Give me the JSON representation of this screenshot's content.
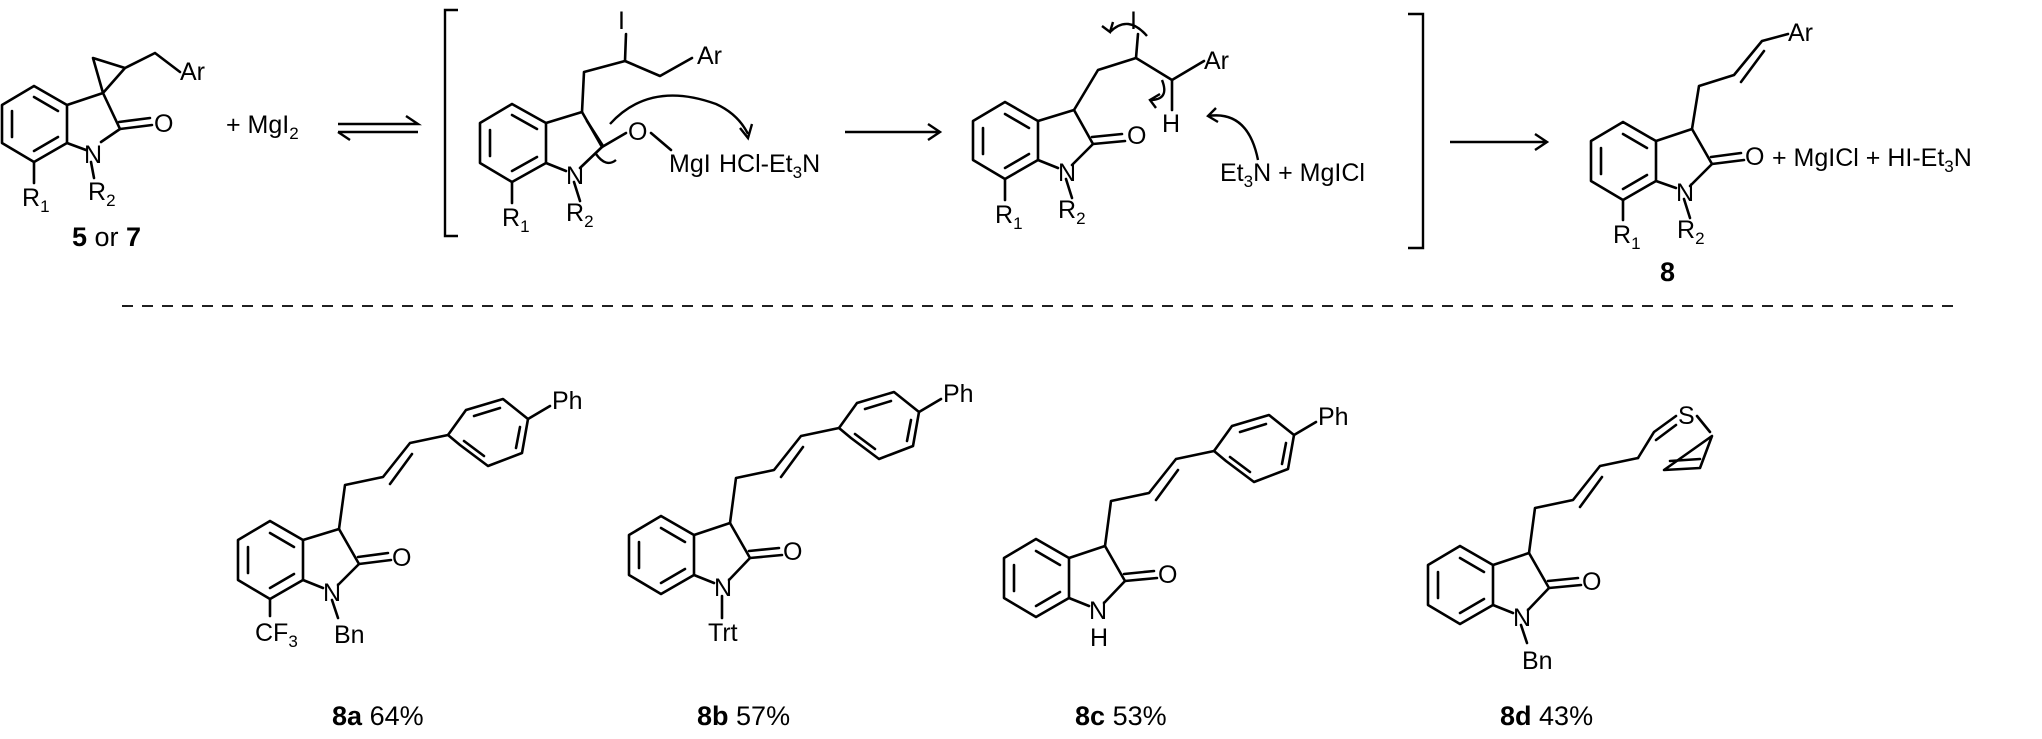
{
  "scheme": {
    "reactant": {
      "id": "5",
      "conj": " or ",
      "id2": "7",
      "ar": "Ar",
      "r1": "R",
      "r1sub": "1",
      "n": "N",
      "r2": "R",
      "r2sub": "2",
      "o": "O"
    },
    "reagent_plus_mgi2": {
      "text": "+ MgI",
      "sub": "2"
    },
    "intermediate_1": {
      "i": "I",
      "ar": "Ar",
      "o": "O",
      "mgi": "MgI",
      "n": "N",
      "r1": "R",
      "r1sub": "1",
      "r2": "R",
      "r2sub": "2",
      "hcl_a": "HCl-Et",
      "hcl_sub": "3",
      "hcl_b": "N"
    },
    "intermediate_2": {
      "i": "I",
      "ar": "Ar",
      "h": "H",
      "o": "O",
      "n": "N",
      "r1": "R",
      "r1sub": "1",
      "r2": "R",
      "r2sub": "2",
      "base_a": "Et",
      "base_sub": "3",
      "base_b": "N + MgICl"
    },
    "product": {
      "id": "8",
      "ar": "Ar",
      "o": "O",
      "n": "N",
      "r1": "R",
      "r1sub": "1",
      "r2": "R",
      "r2sub": "2",
      "byprod_a": "+ MgICl + HI-Et",
      "byprod_sub": "3",
      "byprod_b": "N"
    },
    "examples": [
      {
        "id": "8a",
        "yield": "64%",
        "top": "Ph",
        "o": "O",
        "n": "N",
        "nsub": "Bn",
        "r7": "CF",
        "r7sub": "3"
      },
      {
        "id": "8b",
        "yield": "57%",
        "top": "Ph",
        "o": "O",
        "n": "N",
        "nsub": "Trt"
      },
      {
        "id": "8c",
        "yield": "53%",
        "top": "Ph",
        "o": "O",
        "n": "N",
        "nsub": "H"
      },
      {
        "id": "8d",
        "yield": "43%",
        "top": "S",
        "o": "O",
        "n": "N",
        "nsub": "Bn"
      }
    ]
  }
}
